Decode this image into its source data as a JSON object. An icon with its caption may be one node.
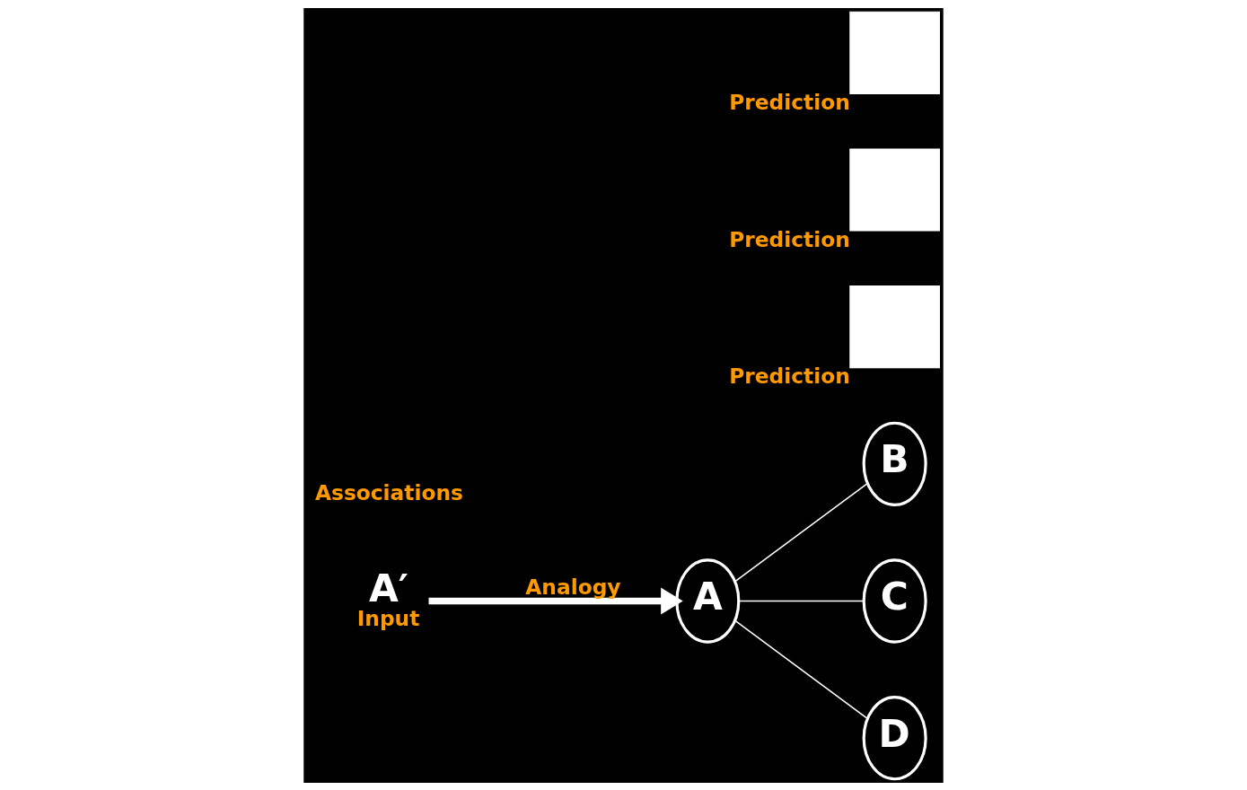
{
  "diagram": {
    "nodes": [
      {
        "text": [
          "A′"
        ],
        "beside": [
          "Input"
        ]
      },
      {
        "text": [
          "A"
        ]
      },
      {
        "text": [
          "B"
        ]
      },
      {
        "text": [
          "C"
        ]
      },
      {
        "text": [
          "D"
        ]
      },
      {
        "text": [],
        "shape": "box",
        "beside": [
          "Prediction"
        ]
      },
      {
        "text": [],
        "shape": "box",
        "beside": [
          "Prediction"
        ]
      },
      {
        "text": [],
        "shape": "box",
        "beside": [
          "Prediction"
        ]
      }
    ],
    "edges": [
      {
        "from": 0,
        "to": 1,
        "arrow": "to",
        "label": "Analogy",
        "style": "thick"
      },
      {
        "from": 1,
        "to": 2,
        "arrow": "none"
      },
      {
        "from": 1,
        "to": 3,
        "arrow": "none"
      },
      {
        "from": 1,
        "to": 4,
        "arrow": "none"
      }
    ],
    "labels": [
      "Associations"
    ]
  }
}
